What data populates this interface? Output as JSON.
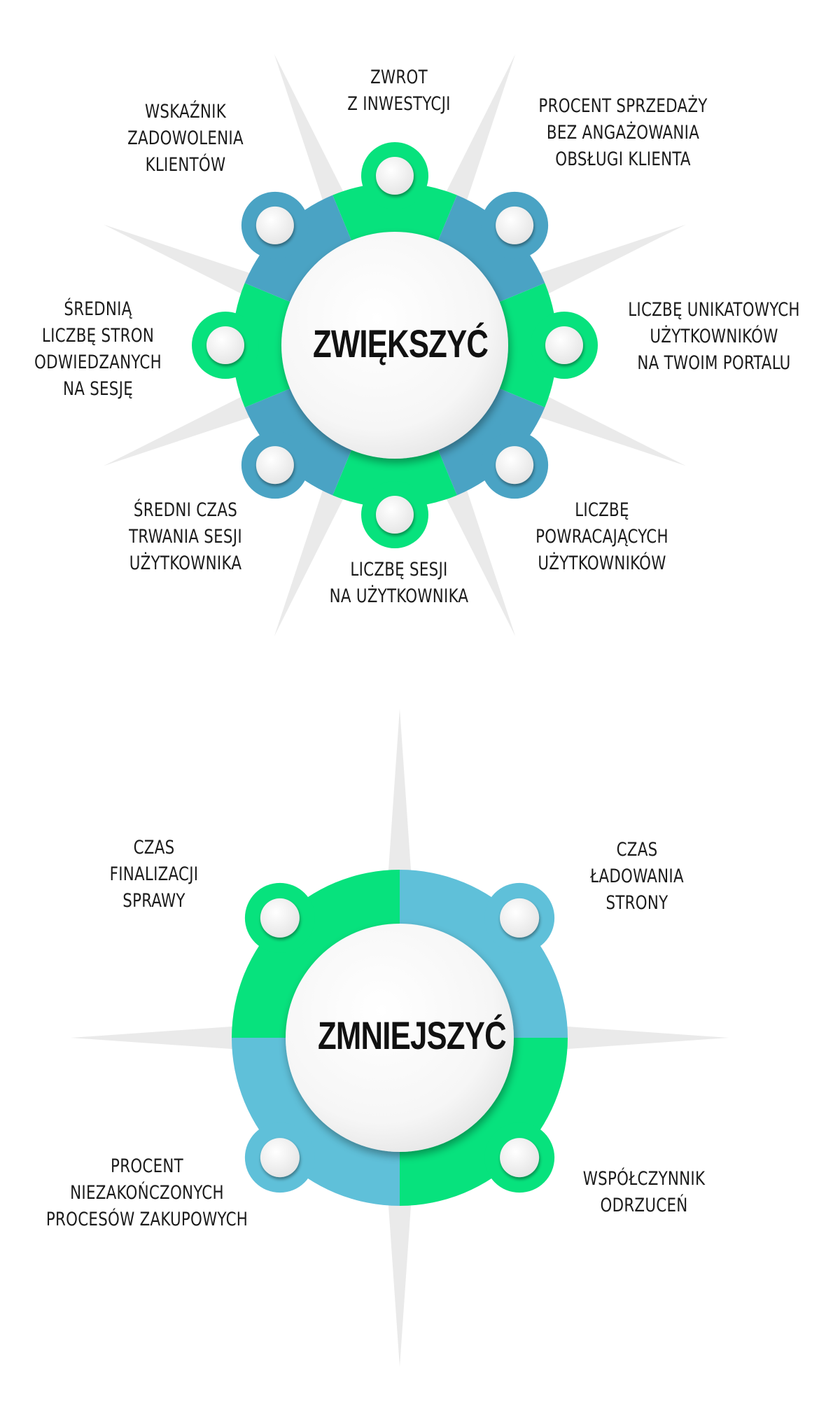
{
  "colors": {
    "green": "#07e27d",
    "steel_blue": "#4aa3c4",
    "light_blue": "#5fc0d9",
    "hub": "#f4f4f4",
    "text": "#1b1b1b"
  },
  "top_diagram": {
    "center": "ZWIĘKSZYĆ",
    "items": [
      {
        "lines": [
          "ZWROT",
          "Z INWESTYCJI"
        ]
      },
      {
        "lines": [
          "PROCENT SPRZEDAŻY",
          "BEZ ANGAŻOWANIA",
          "OBSŁUGI KLIENTA"
        ]
      },
      {
        "lines": [
          "LICZBĘ UNIKATOWYCH",
          "UŻYTKOWNIKÓW",
          "NA TWOIM PORTALU"
        ]
      },
      {
        "lines": [
          "LICZBĘ",
          "POWRACAJĄCYCH",
          "UŻYTKOWNIKÓW"
        ]
      },
      {
        "lines": [
          "LICZBĘ SESJI",
          "NA UŻYTKOWNIKA"
        ]
      },
      {
        "lines": [
          "ŚREDNI CZAS",
          "TRWANIA SESJI",
          "UŻYTKOWNIKA"
        ]
      },
      {
        "lines": [
          "ŚREDNIĄ",
          "LICZBĘ STRON",
          "ODWIEDZANYCH",
          "NA SESJĘ"
        ]
      },
      {
        "lines": [
          "WSKAŹNIK",
          "ZADOWOLENIA",
          "KLIENTÓW"
        ]
      }
    ]
  },
  "bottom_diagram": {
    "center": "ZMNIEJSZYĆ",
    "items": [
      {
        "lines": [
          "CZAS",
          "ŁADOWANIA",
          "STRONY"
        ]
      },
      {
        "lines": [
          "WSPÓŁCZYNNIK",
          "ODRZUCEŃ"
        ]
      },
      {
        "lines": [
          "PROCENT",
          "NIEZAKOŃCZONYCH",
          "PROCESÓW ZAKUPOWYCH"
        ]
      },
      {
        "lines": [
          "CZAS",
          "FINALIZACJI",
          "SPRAWY"
        ]
      }
    ]
  }
}
